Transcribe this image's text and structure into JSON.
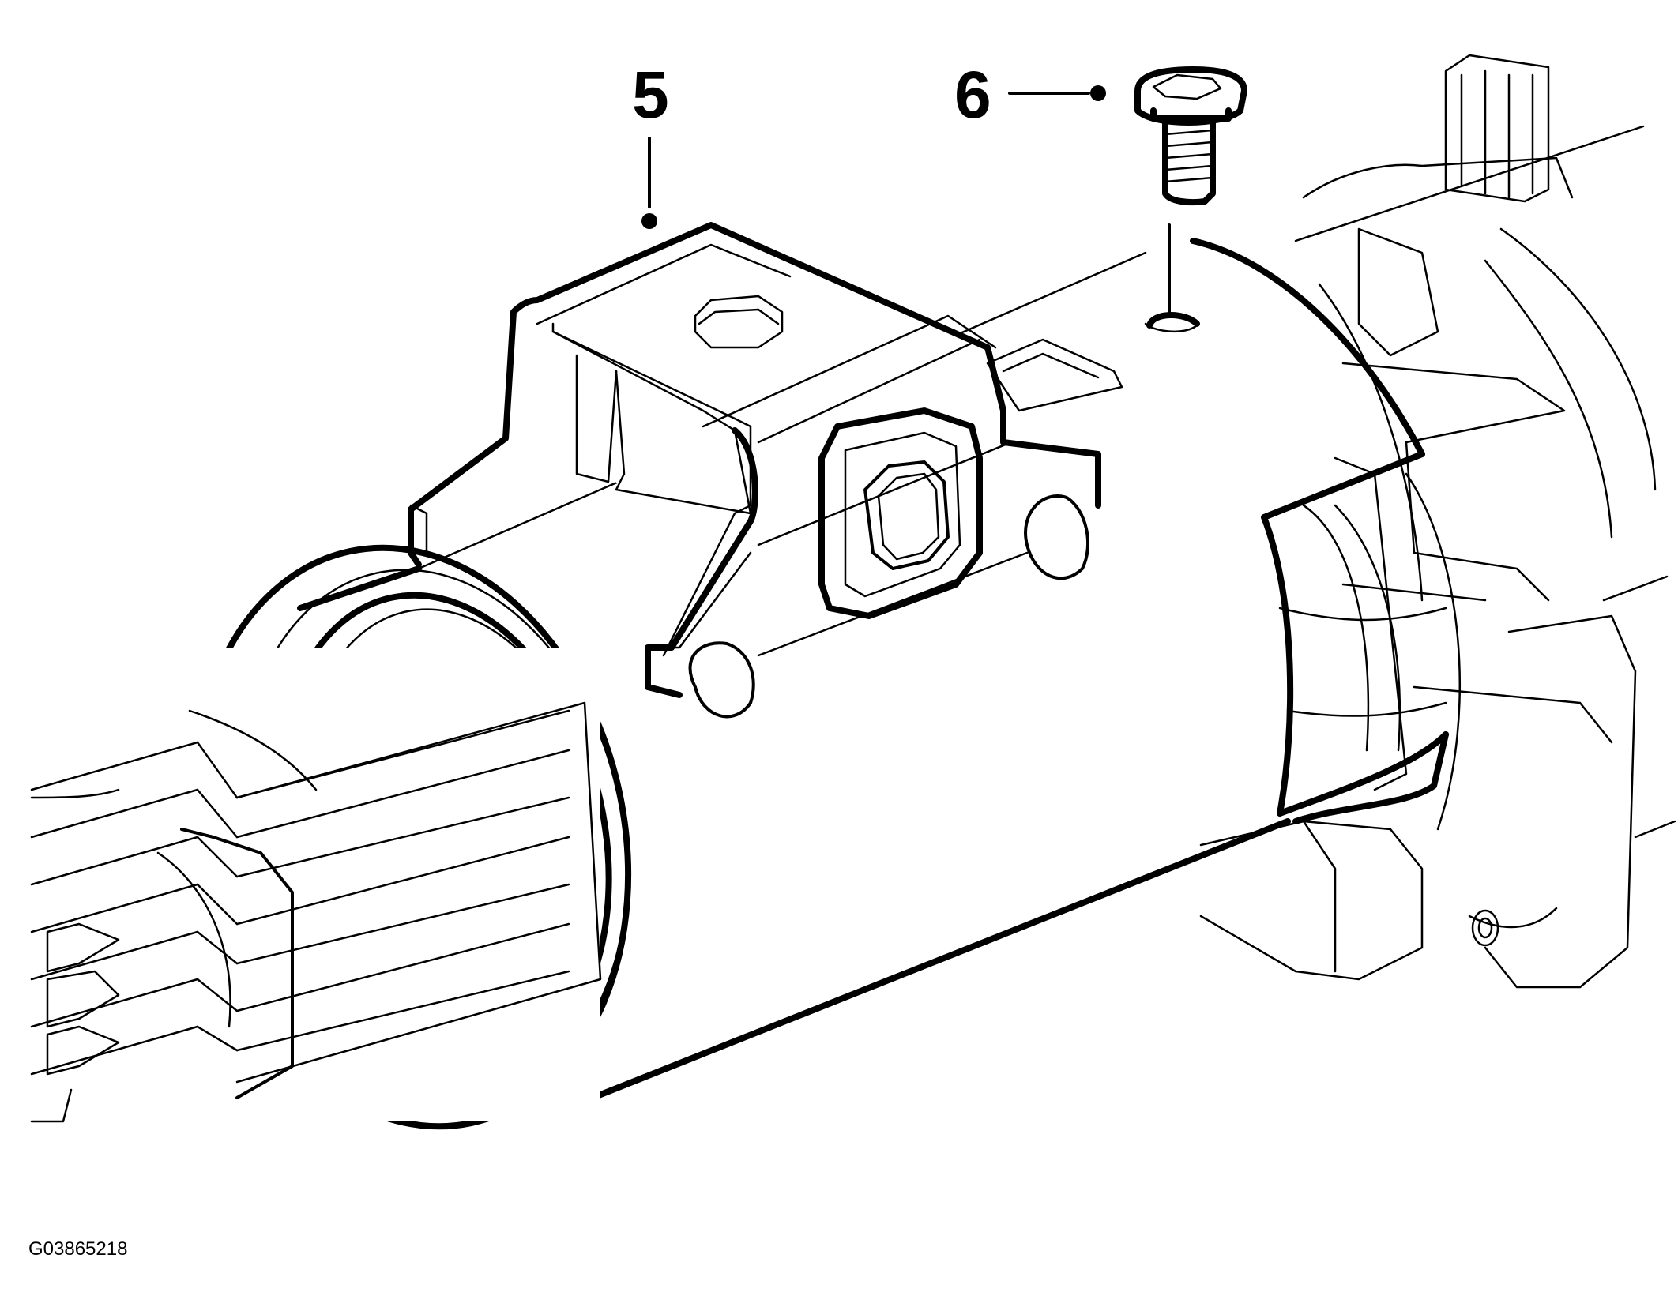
{
  "callouts": [
    {
      "label": "5"
    },
    {
      "label": "6"
    }
  ],
  "figure_id": "G03865218"
}
